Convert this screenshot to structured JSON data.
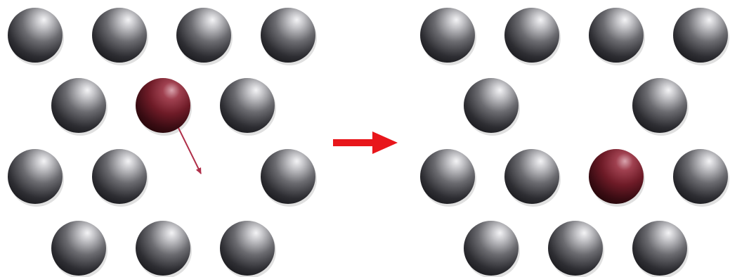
{
  "diagram": {
    "description_colors": {
      "host_atom": "#6e6e72",
      "diffusing_atom": "#7a1f2a",
      "process_arrow": "#e8161b",
      "jump_arrow": "#b0304a"
    },
    "panels": [
      {
        "id": "before",
        "atoms": [
          {
            "row": 0,
            "col": 0,
            "type": "host"
          },
          {
            "row": 0,
            "col": 1,
            "type": "host"
          },
          {
            "row": 0,
            "col": 2,
            "type": "host"
          },
          {
            "row": 0,
            "col": 3,
            "type": "host"
          },
          {
            "row": 1,
            "col": 0,
            "type": "host"
          },
          {
            "row": 1,
            "col": 1,
            "type": "diffusing"
          },
          {
            "row": 1,
            "col": 2,
            "type": "host"
          },
          {
            "row": 2,
            "col": 0,
            "type": "host"
          },
          {
            "row": 2,
            "col": 1,
            "type": "host"
          },
          {
            "row": 2,
            "col": 3,
            "type": "host"
          },
          {
            "row": 3,
            "col": 0,
            "type": "host"
          },
          {
            "row": 3,
            "col": 1,
            "type": "host"
          },
          {
            "row": 3,
            "col": 2,
            "type": "host"
          }
        ],
        "vacancy": {
          "row": 2,
          "col": 2
        },
        "jump_arrow": {
          "from": {
            "row": 1,
            "col": 1
          },
          "to": {
            "row": 2,
            "col": 2
          }
        }
      },
      {
        "id": "after",
        "atoms": [
          {
            "row": 0,
            "col": 0,
            "type": "host"
          },
          {
            "row": 0,
            "col": 1,
            "type": "host"
          },
          {
            "row": 0,
            "col": 2,
            "type": "host"
          },
          {
            "row": 0,
            "col": 3,
            "type": "host"
          },
          {
            "row": 1,
            "col": 0,
            "type": "host"
          },
          {
            "row": 1,
            "col": 2,
            "type": "host"
          },
          {
            "row": 2,
            "col": 0,
            "type": "host"
          },
          {
            "row": 2,
            "col": 1,
            "type": "host"
          },
          {
            "row": 2,
            "col": 2,
            "type": "diffusing"
          },
          {
            "row": 2,
            "col": 3,
            "type": "host"
          },
          {
            "row": 3,
            "col": 0,
            "type": "host"
          },
          {
            "row": 3,
            "col": 1,
            "type": "host"
          },
          {
            "row": 3,
            "col": 2,
            "type": "host"
          }
        ],
        "vacancy": {
          "row": 1,
          "col": 1
        }
      }
    ],
    "process_arrow": {
      "direction": "right"
    }
  }
}
